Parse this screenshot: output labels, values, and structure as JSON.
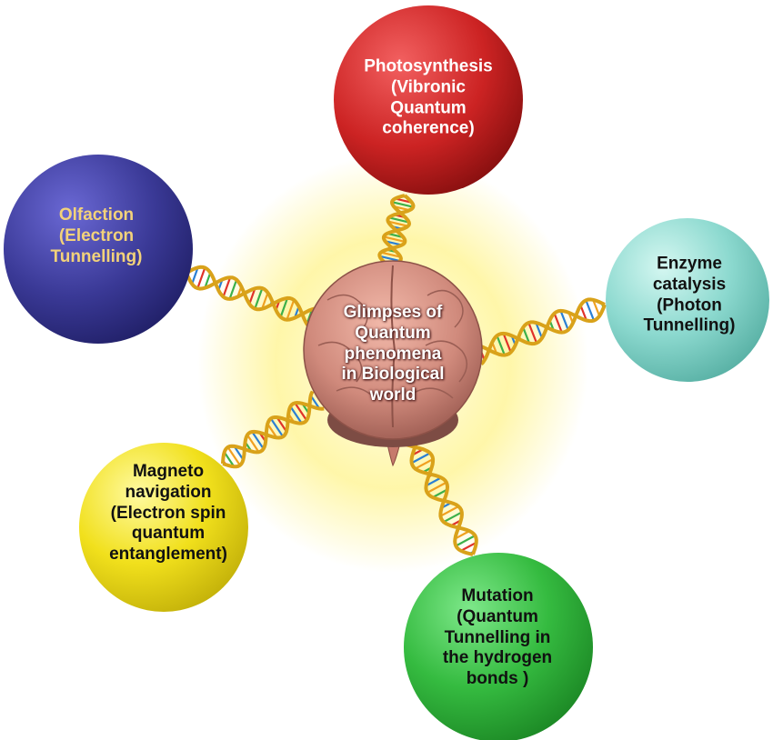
{
  "center": {
    "lines": [
      "Glimpses of",
      "Quantum",
      "phenomena",
      "in Biological",
      "world"
    ],
    "icon": "brain-icon"
  },
  "nodes": [
    {
      "id": "photosynthesis",
      "lines": [
        "Photosynthesis",
        "(Vibronic",
        "Quantum",
        "coherence)"
      ],
      "fill": "#d42a2a",
      "text_color": "#ffffff"
    },
    {
      "id": "olfaction",
      "lines": [
        "Olfaction",
        "(Electron",
        "Tunnelling)"
      ],
      "fill": "#3b3a9c",
      "text_color": "#f2d27a"
    },
    {
      "id": "enzyme-catalysis",
      "lines": [
        "Enzyme",
        "catalysis",
        "(Photon",
        "Tunnelling)"
      ],
      "fill": "#8fdcd2",
      "text_color": "#111111"
    },
    {
      "id": "magneto-navigation",
      "lines": [
        "Magneto",
        "navigation",
        "(Electron spin",
        "quantum",
        "entanglement)"
      ],
      "fill": "#f2e21e",
      "text_color": "#111111"
    },
    {
      "id": "mutation",
      "lines": [
        "Mutation",
        "(Quantum",
        "Tunnelling in",
        "the hydrogen",
        "bonds )"
      ],
      "fill": "#3fc24a",
      "text_color": "#111111"
    }
  ],
  "icons": {
    "connector": "dna-helix-icon"
  }
}
